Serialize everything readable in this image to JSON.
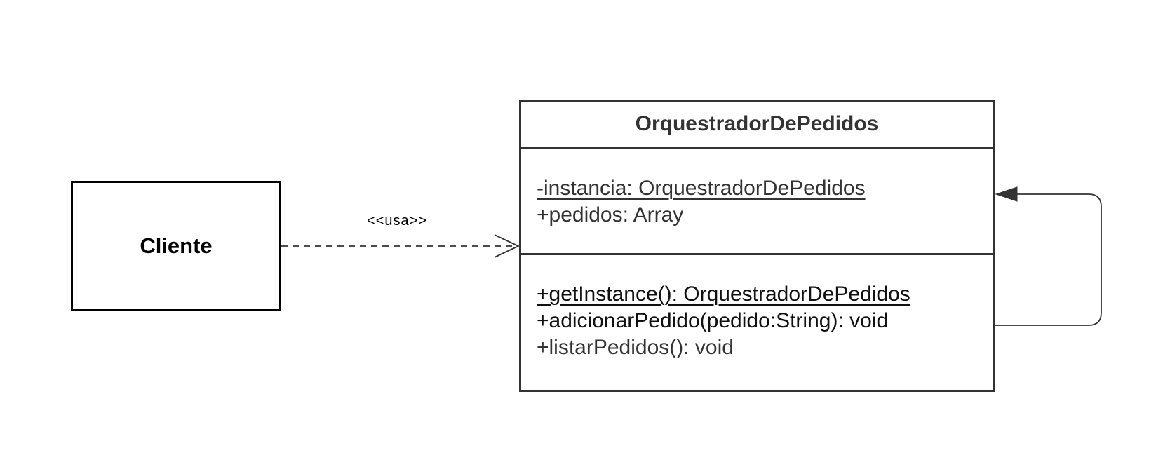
{
  "diagram": {
    "type": "UML class diagram",
    "classes": [
      {
        "id": "cliente",
        "name": "Cliente",
        "attributes": [],
        "methods": []
      },
      {
        "id": "orquestrador",
        "name": "OrquestradorDePedidos",
        "attributes": [
          {
            "text": "-instancia: OrquestradorDePedidos",
            "static": true
          },
          {
            "text": "+pedidos: Array",
            "static": false
          }
        ],
        "methods": [
          {
            "text": "+getInstance(): OrquestradorDePedidos",
            "static": true
          },
          {
            "text": "+adicionarPedido(pedido:String): void",
            "static": false
          },
          {
            "text": "+listarPedidos(): void",
            "static": false
          }
        ]
      }
    ],
    "relations": [
      {
        "from": "Cliente",
        "to": "OrquestradorDePedidos",
        "kind": "dependency",
        "line": "dashed",
        "arrowhead": "open",
        "label": "<<usa>>"
      },
      {
        "from": "OrquestradorDePedidos",
        "to": "OrquestradorDePedidos",
        "kind": "self-association",
        "line": "solid",
        "arrowhead": "filled"
      }
    ]
  },
  "colors": {
    "background": "#ffffff",
    "cliente_border": "#000000",
    "class_border": "#333333",
    "text": "#333333",
    "connector": "#333333"
  }
}
